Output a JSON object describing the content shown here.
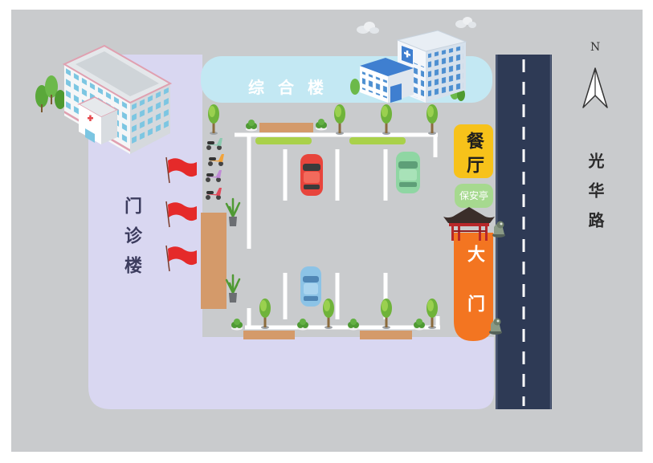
{
  "labels": {
    "comprehensive_building": "综合楼",
    "outpatient_building": "门诊楼",
    "canteen": "餐厅",
    "security_booth": "保安亭",
    "main_gate": "大门",
    "road": "光华路",
    "north": "N"
  },
  "colors": {
    "ground": "#c9cbcd",
    "outpatient_area": "#d9d7f1",
    "comprehensive_area": "#c3e8f3",
    "road": "#2e3a55",
    "canteen": "#f7c21a",
    "security_booth": "#a6d98f",
    "main_gate": "#f37521",
    "planter": "#d49a6a",
    "flag": "#e52a2a"
  },
  "map_symbols": [
    "north-arrow-icon",
    "hospital-building-icon",
    "tree-icon",
    "bush-icon",
    "potted-plant-icon",
    "flag-icon",
    "car-icon",
    "scooter-icon",
    "gate-pavilion-icon",
    "lion-statue-icon",
    "cloud-icon"
  ]
}
